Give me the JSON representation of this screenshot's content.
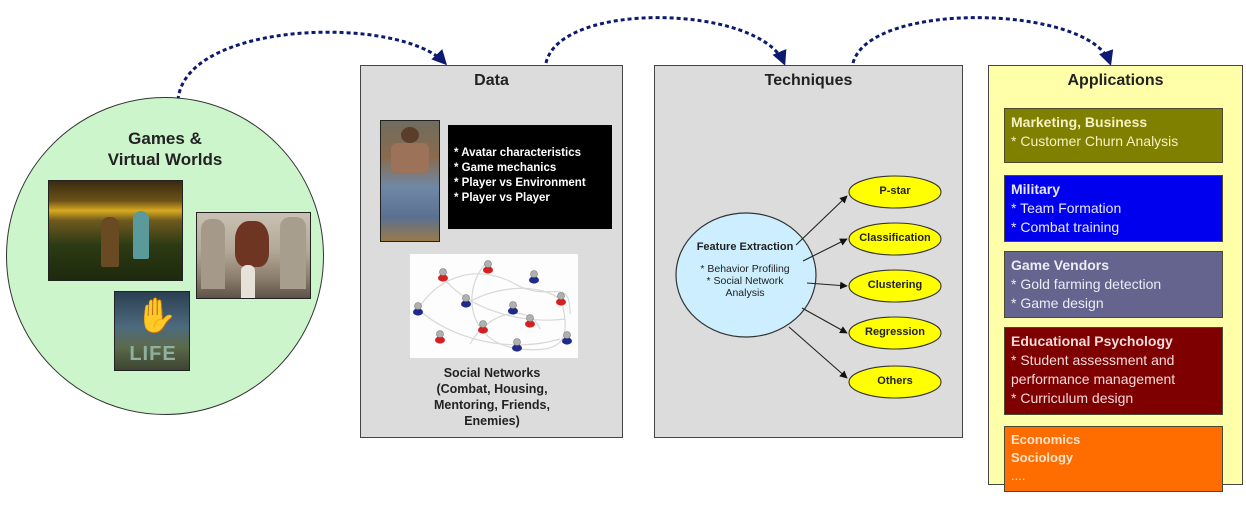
{
  "games": {
    "title_line1": "Games &",
    "title_line2": "Virtual Worlds",
    "images": [
      "fantasy-game-art",
      "dragon-castle-scene",
      "second-life-logo"
    ],
    "second_life_logo_text": "LIFE"
  },
  "data": {
    "title": "Data",
    "bullets": [
      "* Avatar characteristics",
      "* Game mechanics",
      "* Player vs Environment",
      "* Player vs Player"
    ],
    "social_caption": [
      "Social Networks",
      "(Combat, Housing,",
      "Mentoring, Friends,",
      "Enemies)"
    ]
  },
  "techniques": {
    "title": "Techniques",
    "feature_extraction": {
      "title": "Feature Extraction",
      "lines": [
        "* Behavior Profiling",
        "* Social Network",
        "Analysis"
      ]
    },
    "methods": [
      "P-star",
      "Classification",
      "Clustering",
      "Regression",
      "Others"
    ]
  },
  "applications": {
    "title": "Applications",
    "items": [
      {
        "title": "Marketing, Business",
        "lines": [
          "* Customer Churn Analysis"
        ],
        "color": "#7f7f00"
      },
      {
        "title": "Military",
        "lines": [
          "* Team Formation",
          "* Combat training"
        ],
        "color": "#0000ee"
      },
      {
        "title": "Game Vendors",
        "lines": [
          "* Gold farming detection",
          "* Game design"
        ],
        "color": "#65648f"
      },
      {
        "title": "Educational Psychology",
        "lines": [
          "* Student assessment and",
          "performance management",
          "* Curriculum design"
        ],
        "color": "#7e0000"
      },
      {
        "title": "",
        "lines": [
          "Economics",
          "Sociology",
          "...."
        ],
        "color": "#ff6d00"
      }
    ]
  },
  "colors": {
    "connector": "#0c1a70",
    "games_fill": "#ccf5cc",
    "panel_fill": "#dcdcdc",
    "apps_fill": "#ffffaa",
    "method_fill": "#ffff00",
    "feature_fill": "#cceeff"
  }
}
